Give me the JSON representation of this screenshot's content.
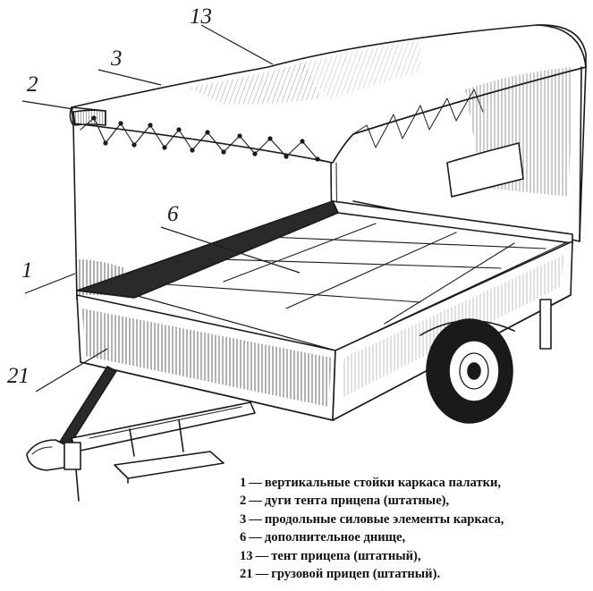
{
  "colors": {
    "ink": "#1a1a1a",
    "paper": "#ffffff",
    "hatch": "#333333"
  },
  "callouts": [
    {
      "id": "13",
      "label": "13"
    },
    {
      "id": "3",
      "label": "3"
    },
    {
      "id": "2",
      "label": "2"
    },
    {
      "id": "6",
      "label": "6"
    },
    {
      "id": "1",
      "label": "1"
    },
    {
      "id": "21",
      "label": "21"
    }
  ],
  "legend": {
    "dash": "—",
    "items": [
      {
        "num": "1",
        "text": "вертикальные стойки каркаса палатки,"
      },
      {
        "num": "2",
        "text": "дуги тента прицепа (штатные),"
      },
      {
        "num": "3",
        "text": "продольные силовые элементы каркаса,"
      },
      {
        "num": "6",
        "text": "дополнительное днище,"
      },
      {
        "num": "13",
        "text": "тент прицепа (штатный),"
      },
      {
        "num": "21",
        "text": "грузовой прицеп (штатный)."
      }
    ]
  }
}
